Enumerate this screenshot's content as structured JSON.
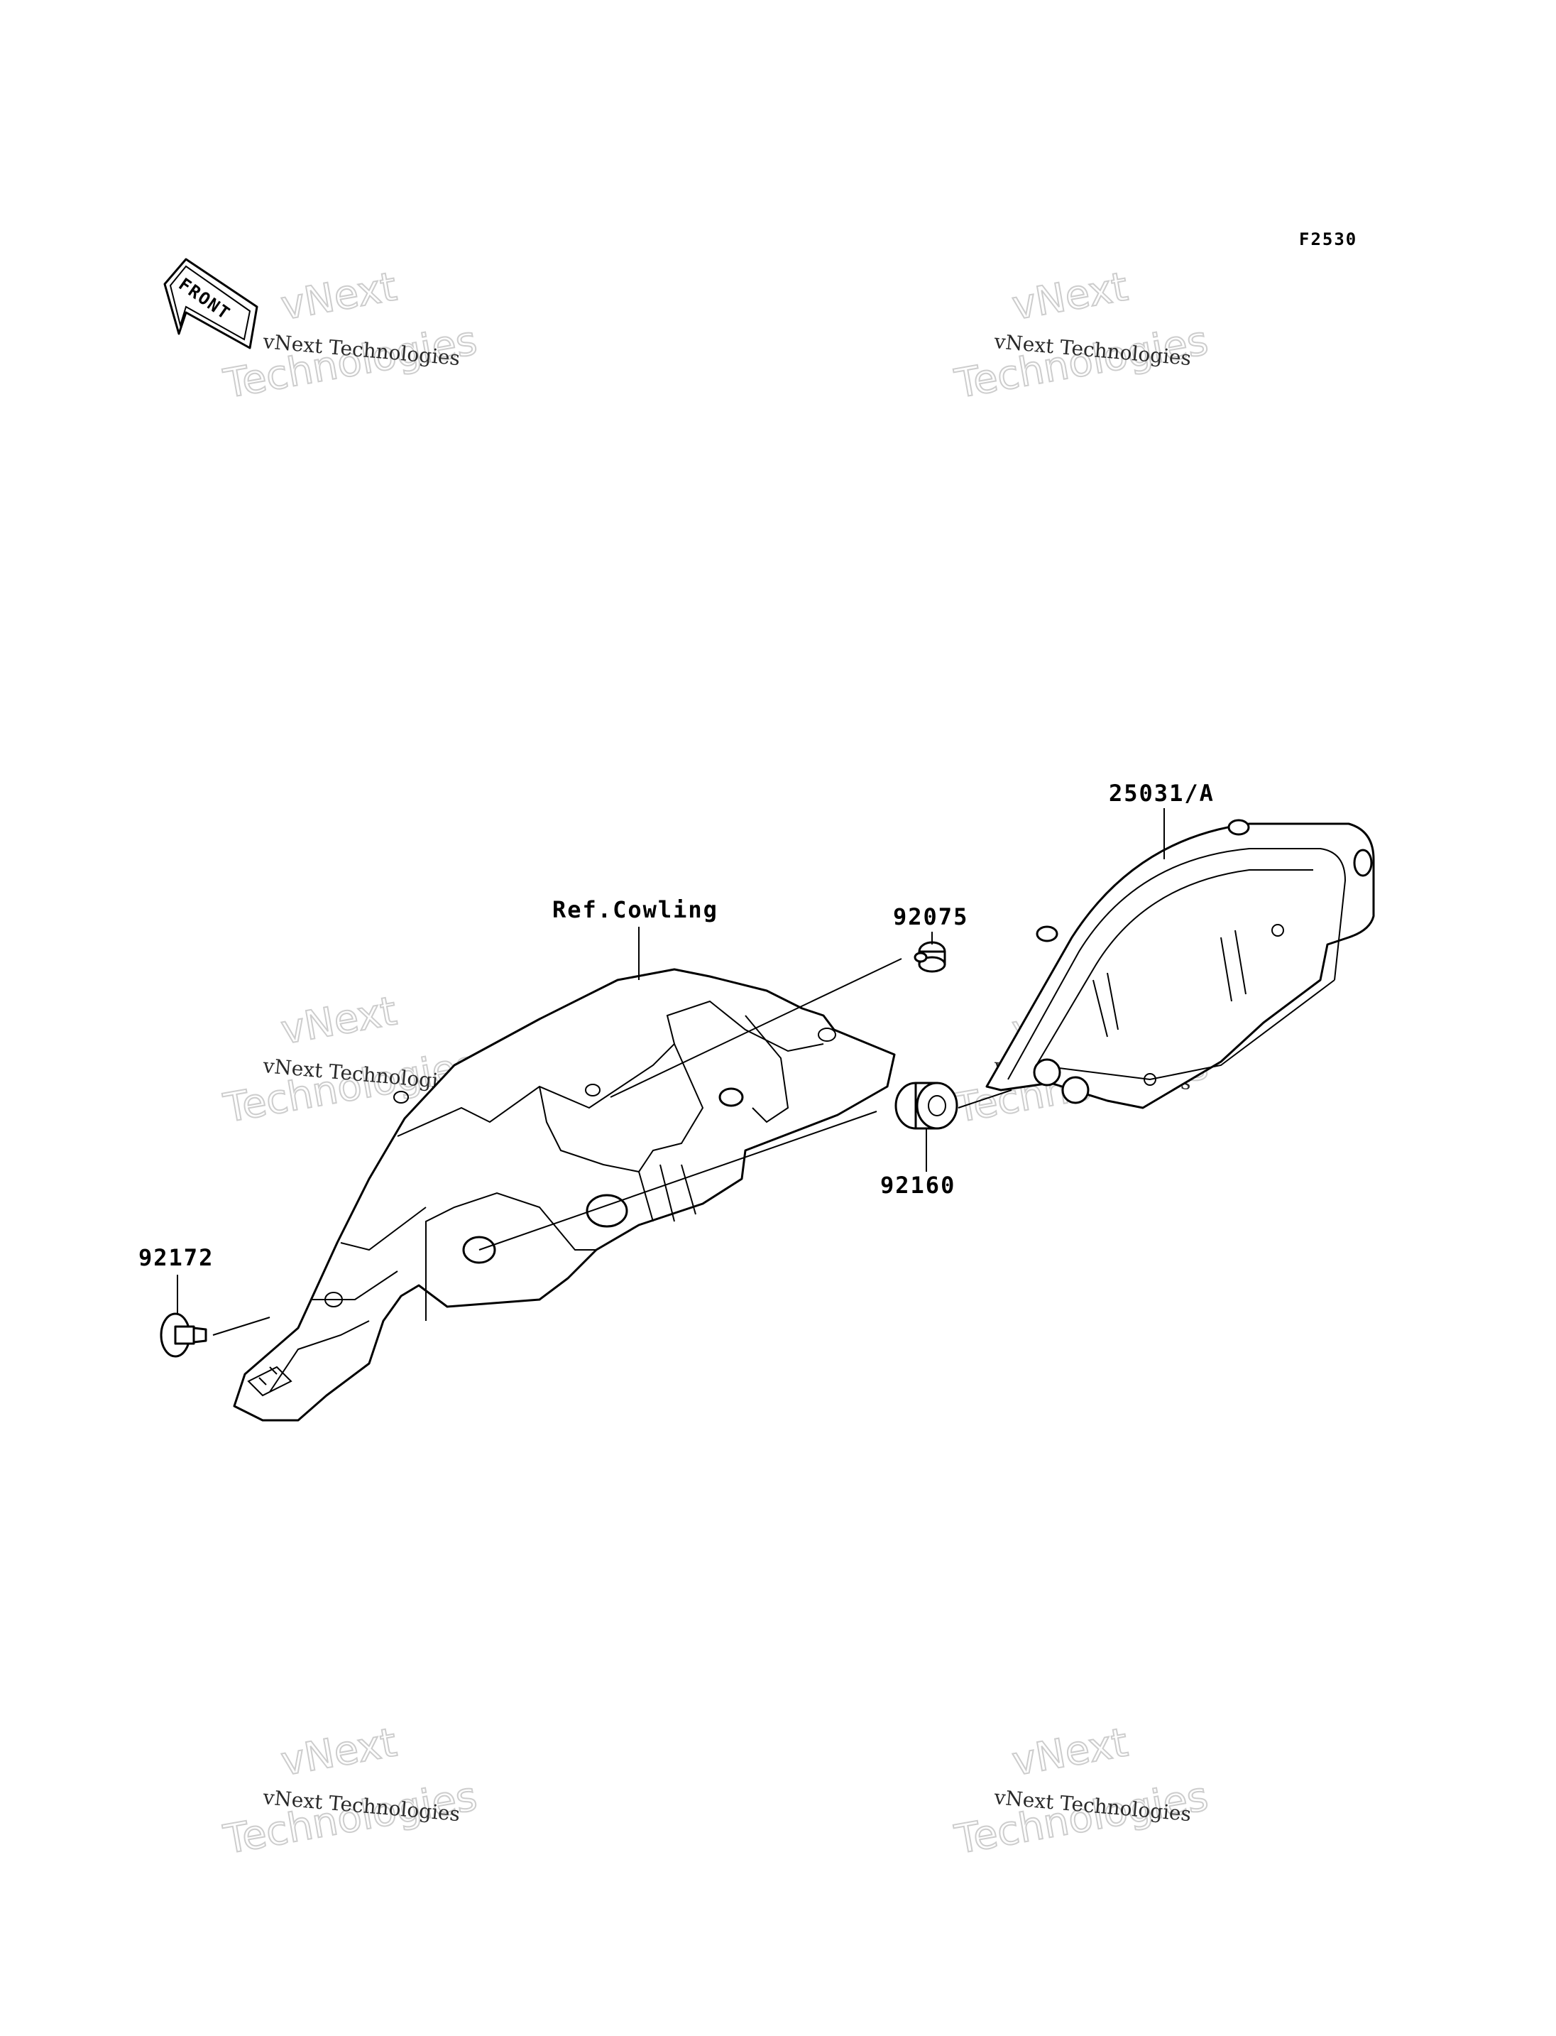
{
  "figure_code": "F2530",
  "front_marker": "FRONT",
  "watermark": {
    "small": "vNext Technologies",
    "big_line1": "vNext",
    "big_line2": "Technologies"
  },
  "parts": {
    "meter_assembly": "25031/A",
    "cowling_ref": "Ref.Cowling",
    "grommet_top": "92075",
    "grommet_bottom": "92160",
    "screw": "92172"
  }
}
